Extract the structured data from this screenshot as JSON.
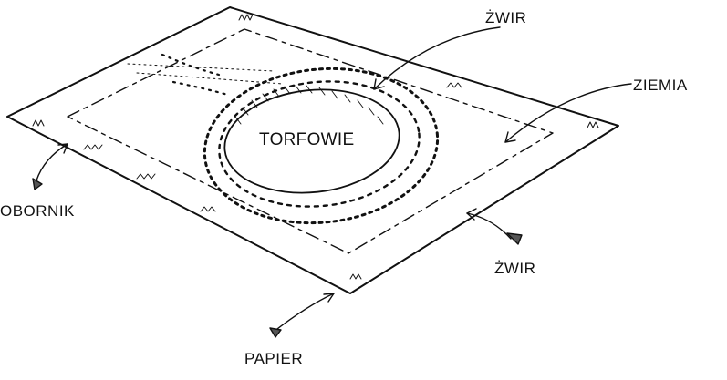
{
  "labels": {
    "zwir_top": "ŻWIR",
    "ziemia": "ZIEMIA",
    "torfowie": "TORFOWIE",
    "obornik": "OBORNIK",
    "zwir_bottom": "ŻWIR",
    "papier": "PAPIER"
  },
  "colors": {
    "ink": "#111111",
    "paper": "#ffffff"
  }
}
